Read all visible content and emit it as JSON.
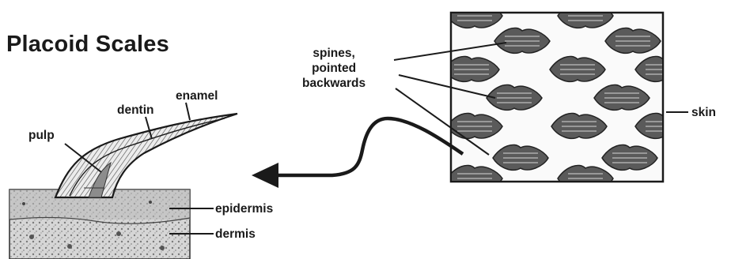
{
  "title": "Placoid Scales",
  "labels": {
    "enamel": "enamel",
    "dentin": "dentin",
    "pulp": "pulp",
    "epidermis": "epidermis",
    "dermis": "dermis",
    "skin": "skin",
    "spines": "spines,\npointed\nbackwards"
  },
  "colors": {
    "ink": "#1a1a1a",
    "scale_fill": "#5a5a5a",
    "tissue": "#cfcfcf",
    "background": "#ffffff"
  }
}
